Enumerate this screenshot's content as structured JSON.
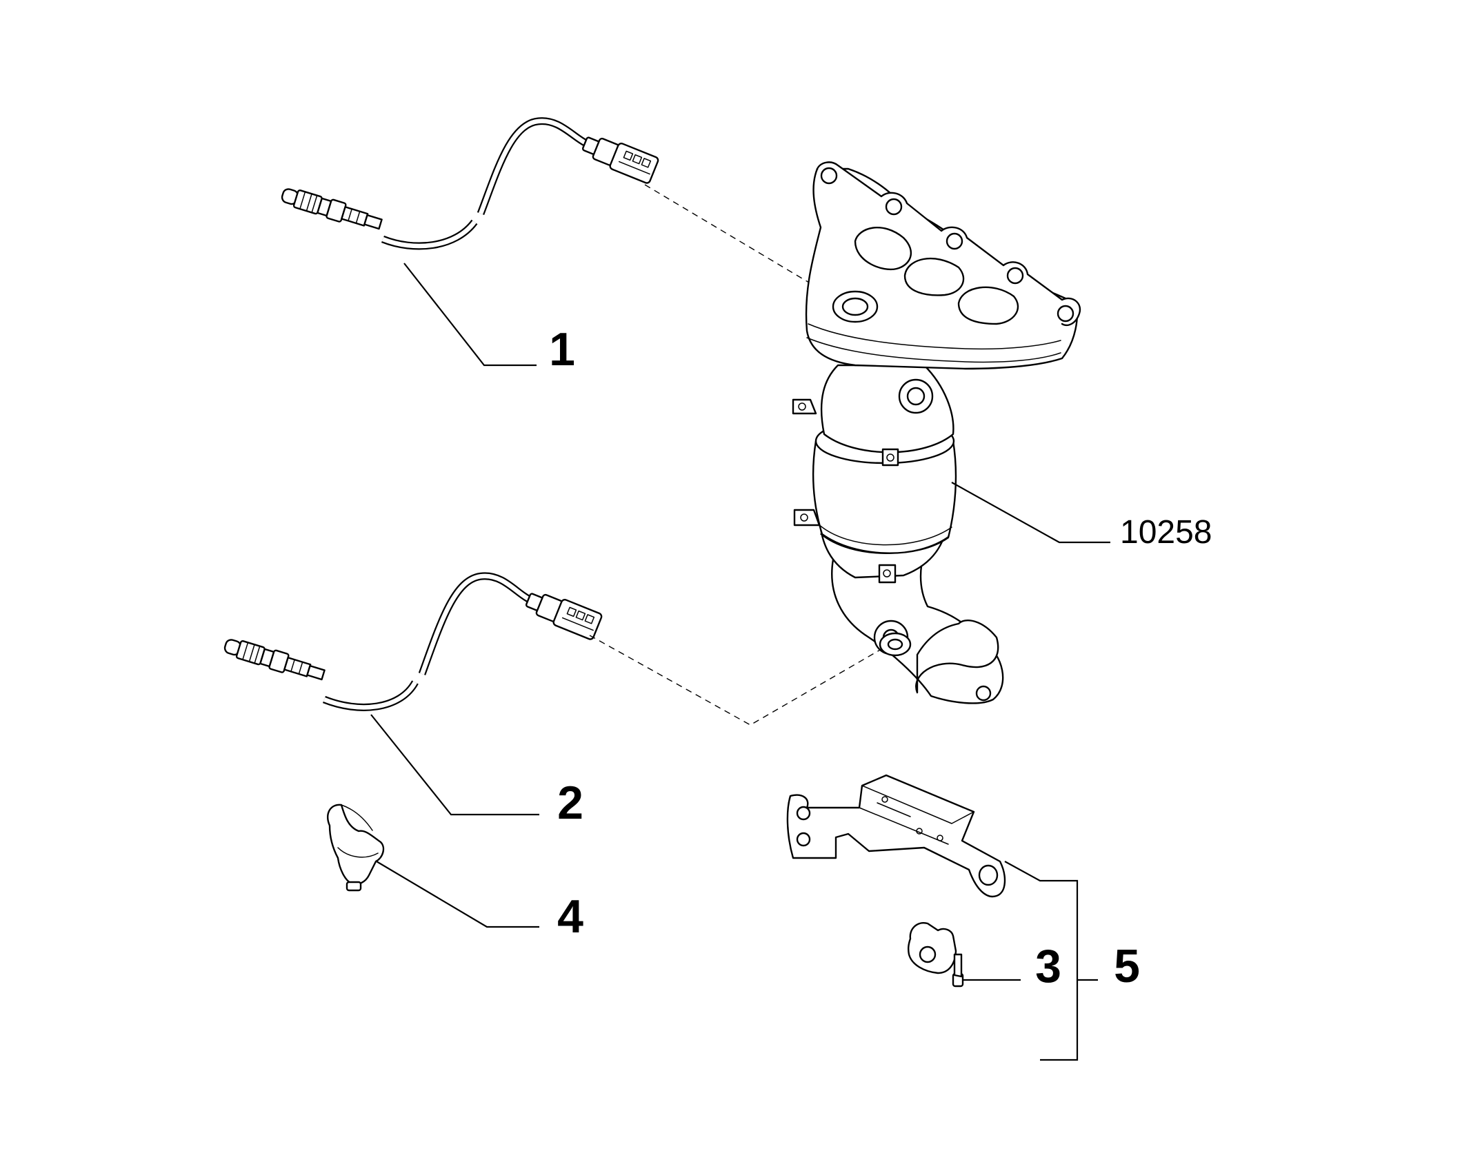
{
  "callouts": {
    "sensor_upstream": "1",
    "sensor_downstream": "2",
    "clip": "3",
    "cable_clip": "4",
    "bracket_kit": "5",
    "catalytic_manifold": "10258"
  }
}
